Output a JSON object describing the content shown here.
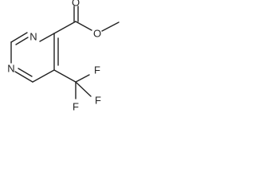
{
  "molecule": {
    "atoms": [
      {
        "id": "n_top",
        "label": "N"
      },
      {
        "id": "n_left",
        "label": "N"
      },
      {
        "id": "o_carbonyl",
        "label": "O"
      },
      {
        "id": "o_ester",
        "label": "O"
      },
      {
        "id": "f_upper",
        "label": "F"
      },
      {
        "id": "f_right",
        "label": "F"
      },
      {
        "id": "f_lower",
        "label": "F"
      }
    ]
  }
}
